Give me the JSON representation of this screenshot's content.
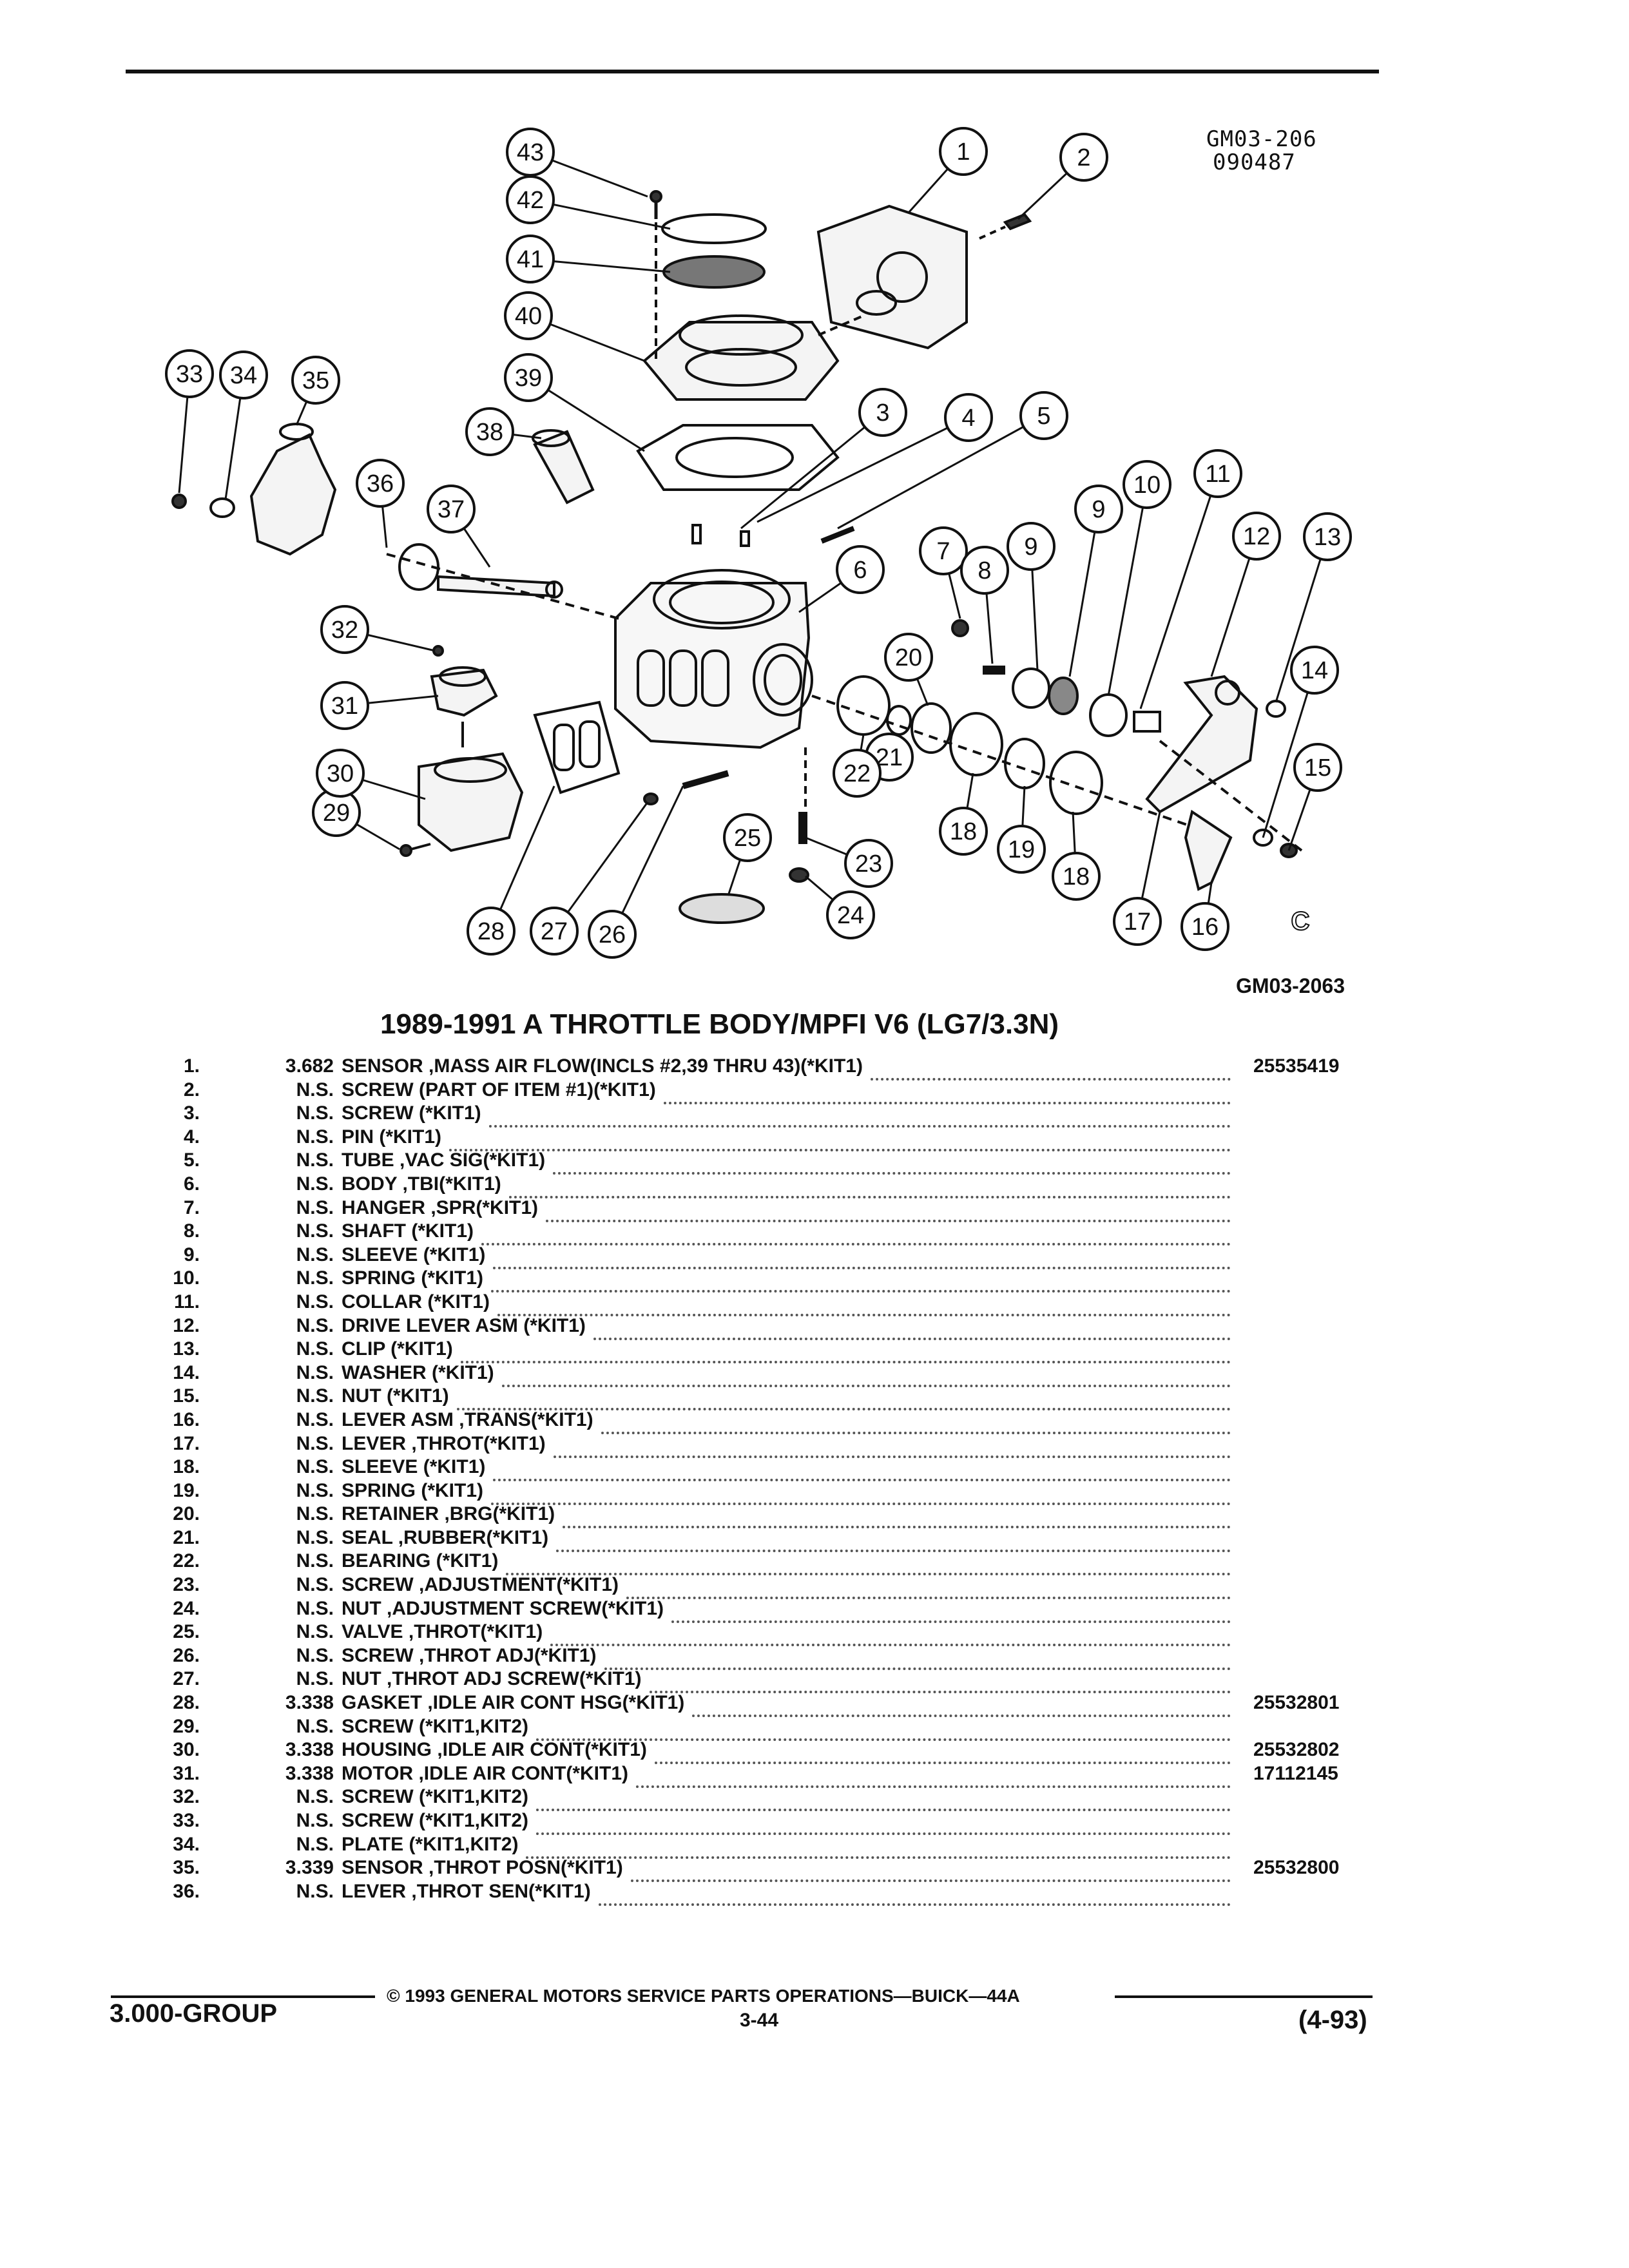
{
  "header": {
    "figure_code_1": "GM03-206",
    "figure_code_2": "090487",
    "figure_code_bottom": "GM03-2063"
  },
  "diagram": {
    "callouts": [
      "1",
      "2",
      "3",
      "4",
      "5",
      "6",
      "7",
      "8",
      "9",
      "9",
      "10",
      "11",
      "12",
      "13",
      "14",
      "15",
      "16",
      "17",
      "18",
      "18",
      "19",
      "20",
      "21",
      "22",
      "23",
      "24",
      "25",
      "26",
      "27",
      "28",
      "29",
      "30",
      "31",
      "32",
      "33",
      "34",
      "35",
      "36",
      "37",
      "38",
      "39",
      "40",
      "41",
      "42",
      "43"
    ],
    "logo_glyph": "C"
  },
  "title": "1989-1991 A THROTTLE BODY/MPFI V6 (LG7/3.3N)",
  "parts": [
    {
      "num": "1.",
      "qty": "3.682",
      "desc": "SENSOR ,MASS AIR FLOW(INCLS #2,39 THRU 43)(*KIT1)",
      "pn": "25535419"
    },
    {
      "num": "2.",
      "qty": "N.S.",
      "desc": "SCREW (PART OF ITEM #1)(*KIT1)",
      "pn": ""
    },
    {
      "num": "3.",
      "qty": "N.S.",
      "desc": "SCREW (*KIT1)",
      "pn": ""
    },
    {
      "num": "4.",
      "qty": "N.S.",
      "desc": "PIN (*KIT1)",
      "pn": ""
    },
    {
      "num": "5.",
      "qty": "N.S.",
      "desc": "TUBE ,VAC SIG(*KIT1)",
      "pn": ""
    },
    {
      "num": "6.",
      "qty": "N.S.",
      "desc": "BODY ,TBI(*KIT1)",
      "pn": ""
    },
    {
      "num": "7.",
      "qty": "N.S.",
      "desc": "HANGER ,SPR(*KIT1)",
      "pn": ""
    },
    {
      "num": "8.",
      "qty": "N.S.",
      "desc": "SHAFT (*KIT1)",
      "pn": ""
    },
    {
      "num": "9.",
      "qty": "N.S.",
      "desc": "SLEEVE (*KIT1)",
      "pn": ""
    },
    {
      "num": "10.",
      "qty": "N.S.",
      "desc": "SPRING (*KIT1)",
      "pn": ""
    },
    {
      "num": "11.",
      "qty": "N.S.",
      "desc": "COLLAR (*KIT1)",
      "pn": ""
    },
    {
      "num": "12.",
      "qty": "N.S.",
      "desc": "DRIVE LEVER ASM (*KIT1)",
      "pn": ""
    },
    {
      "num": "13.",
      "qty": "N.S.",
      "desc": "CLIP (*KIT1)",
      "pn": ""
    },
    {
      "num": "14.",
      "qty": "N.S.",
      "desc": "WASHER (*KIT1)",
      "pn": ""
    },
    {
      "num": "15.",
      "qty": "N.S.",
      "desc": "NUT (*KIT1)",
      "pn": ""
    },
    {
      "num": "16.",
      "qty": "N.S.",
      "desc": "LEVER ASM ,TRANS(*KIT1)",
      "pn": ""
    },
    {
      "num": "17.",
      "qty": "N.S.",
      "desc": "LEVER ,THROT(*KIT1)",
      "pn": ""
    },
    {
      "num": "18.",
      "qty": "N.S.",
      "desc": "SLEEVE (*KIT1)",
      "pn": ""
    },
    {
      "num": "19.",
      "qty": "N.S.",
      "desc": "SPRING (*KIT1)",
      "pn": ""
    },
    {
      "num": "20.",
      "qty": "N.S.",
      "desc": "RETAINER ,BRG(*KIT1)",
      "pn": ""
    },
    {
      "num": "21.",
      "qty": "N.S.",
      "desc": "SEAL ,RUBBER(*KIT1)",
      "pn": ""
    },
    {
      "num": "22.",
      "qty": "N.S.",
      "desc": "BEARING (*KIT1)",
      "pn": ""
    },
    {
      "num": "23.",
      "qty": "N.S.",
      "desc": "SCREW ,ADJUSTMENT(*KIT1)",
      "pn": ""
    },
    {
      "num": "24.",
      "qty": "N.S.",
      "desc": "NUT ,ADJUSTMENT SCREW(*KIT1)",
      "pn": ""
    },
    {
      "num": "25.",
      "qty": "N.S.",
      "desc": "VALVE ,THROT(*KIT1)",
      "pn": ""
    },
    {
      "num": "26.",
      "qty": "N.S.",
      "desc": "SCREW ,THROT ADJ(*KIT1)",
      "pn": ""
    },
    {
      "num": "27.",
      "qty": "N.S.",
      "desc": "NUT ,THROT ADJ SCREW(*KIT1)",
      "pn": ""
    },
    {
      "num": "28.",
      "qty": "3.338",
      "desc": "GASKET ,IDLE AIR CONT HSG(*KIT1)",
      "pn": "25532801"
    },
    {
      "num": "29.",
      "qty": "N.S.",
      "desc": "SCREW (*KIT1,KIT2)",
      "pn": ""
    },
    {
      "num": "30.",
      "qty": "3.338",
      "desc": "HOUSING ,IDLE AIR CONT(*KIT1)",
      "pn": "25532802"
    },
    {
      "num": "31.",
      "qty": "3.338",
      "desc": "MOTOR ,IDLE AIR CONT(*KIT1)",
      "pn": "17112145"
    },
    {
      "num": "32.",
      "qty": "N.S.",
      "desc": "SCREW (*KIT1,KIT2)",
      "pn": ""
    },
    {
      "num": "33.",
      "qty": "N.S.",
      "desc": "SCREW (*KIT1,KIT2)",
      "pn": ""
    },
    {
      "num": "34.",
      "qty": "N.S.",
      "desc": "PLATE (*KIT1,KIT2)",
      "pn": ""
    },
    {
      "num": "35.",
      "qty": "3.339",
      "desc": "SENSOR ,THROT POSN(*KIT1)",
      "pn": "25532800"
    },
    {
      "num": "36.",
      "qty": "N.S.",
      "desc": "LEVER ,THROT SEN(*KIT1)",
      "pn": ""
    }
  ],
  "footer": {
    "copyright": "© 1993 GENERAL MOTORS SERVICE PARTS OPERATIONS—BUICK—44A",
    "group": "3.000-GROUP",
    "page": "3-44",
    "date_code": "(4-93)"
  }
}
